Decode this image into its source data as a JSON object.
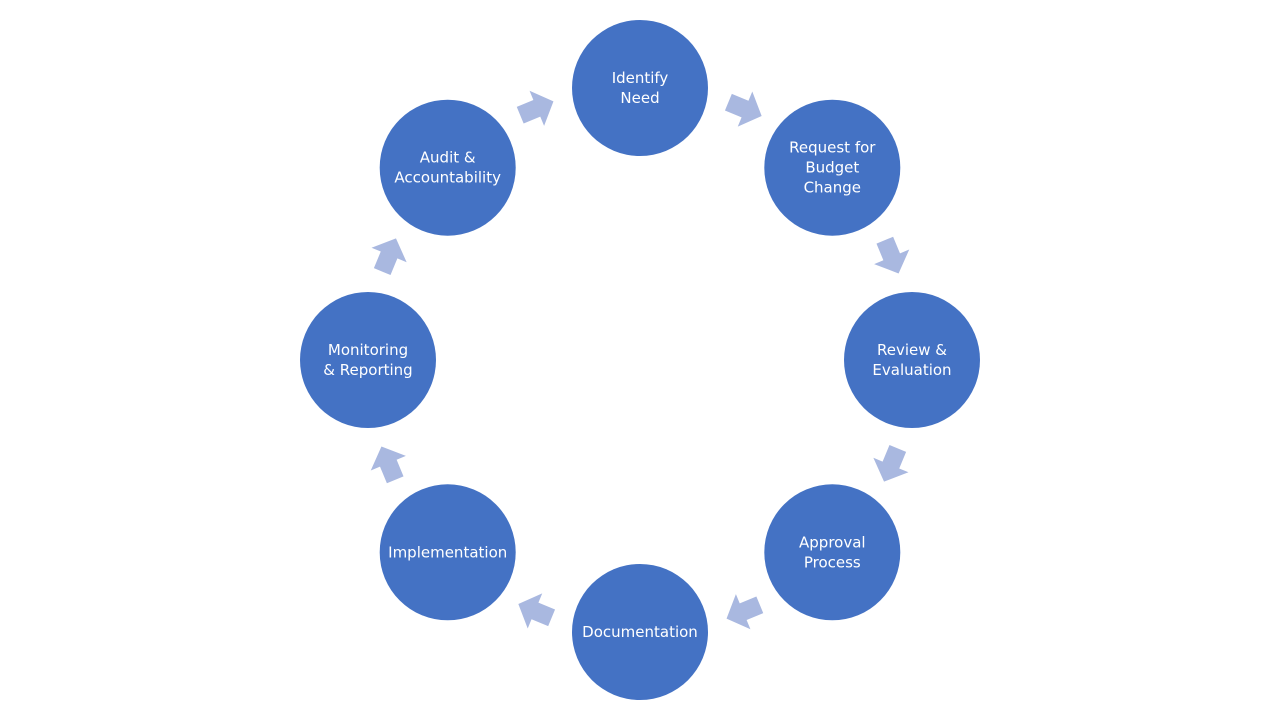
{
  "colors": {
    "node_fill": "#4472C4",
    "arrow_fill": "#A9B8E0",
    "label_text": "#FFFFFF",
    "background": "#FFFFFF"
  },
  "cycle": {
    "steps": [
      {
        "name": "identify-need",
        "lines": [
          "Identify",
          "Need"
        ]
      },
      {
        "name": "request-for-budget-change",
        "lines": [
          "Request for",
          "Budget",
          "Change"
        ]
      },
      {
        "name": "review-evaluation",
        "lines": [
          "Review &",
          "Evaluation"
        ]
      },
      {
        "name": "approval-process",
        "lines": [
          "Approval",
          "Process"
        ]
      },
      {
        "name": "documentation",
        "lines": [
          "Documentation"
        ]
      },
      {
        "name": "implementation",
        "lines": [
          "Implementation"
        ]
      },
      {
        "name": "monitoring-reporting",
        "lines": [
          "Monitoring",
          "& Reporting"
        ]
      },
      {
        "name": "audit-accountability",
        "lines": [
          "Audit &",
          "Accountability"
        ]
      }
    ]
  }
}
